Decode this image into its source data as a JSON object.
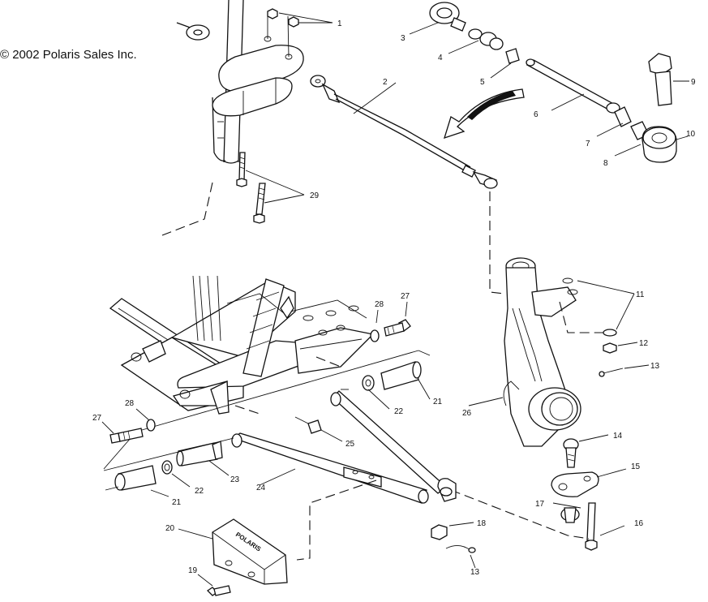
{
  "copyright": "© 2002 Polaris Sales Inc.",
  "brand_mark": "POLARIS",
  "callouts": [
    {
      "id": "c1",
      "text": "1"
    },
    {
      "id": "c2",
      "text": "2"
    },
    {
      "id": "c3",
      "text": "3"
    },
    {
      "id": "c4",
      "text": "4"
    },
    {
      "id": "c5",
      "text": "5"
    },
    {
      "id": "c6",
      "text": "6"
    },
    {
      "id": "c7",
      "text": "7"
    },
    {
      "id": "c8",
      "text": "8"
    },
    {
      "id": "c9",
      "text": "9"
    },
    {
      "id": "c10",
      "text": "10"
    },
    {
      "id": "c11",
      "text": "11"
    },
    {
      "id": "c12",
      "text": "12"
    },
    {
      "id": "c13a",
      "text": "13"
    },
    {
      "id": "c13b",
      "text": "13"
    },
    {
      "id": "c14",
      "text": "14"
    },
    {
      "id": "c15",
      "text": "15"
    },
    {
      "id": "c16",
      "text": "16"
    },
    {
      "id": "c17",
      "text": "17"
    },
    {
      "id": "c18",
      "text": "18"
    },
    {
      "id": "c19",
      "text": "19"
    },
    {
      "id": "c20",
      "text": "20"
    },
    {
      "id": "c21a",
      "text": "21"
    },
    {
      "id": "c21b",
      "text": "21"
    },
    {
      "id": "c22a",
      "text": "22"
    },
    {
      "id": "c22b",
      "text": "22"
    },
    {
      "id": "c23",
      "text": "23"
    },
    {
      "id": "c24",
      "text": "24"
    },
    {
      "id": "c25",
      "text": "25"
    },
    {
      "id": "c26",
      "text": "26"
    },
    {
      "id": "c27a",
      "text": "27"
    },
    {
      "id": "c27b",
      "text": "27"
    },
    {
      "id": "c28a",
      "text": "28"
    },
    {
      "id": "c28b",
      "text": "28"
    },
    {
      "id": "c29",
      "text": "29"
    }
  ]
}
